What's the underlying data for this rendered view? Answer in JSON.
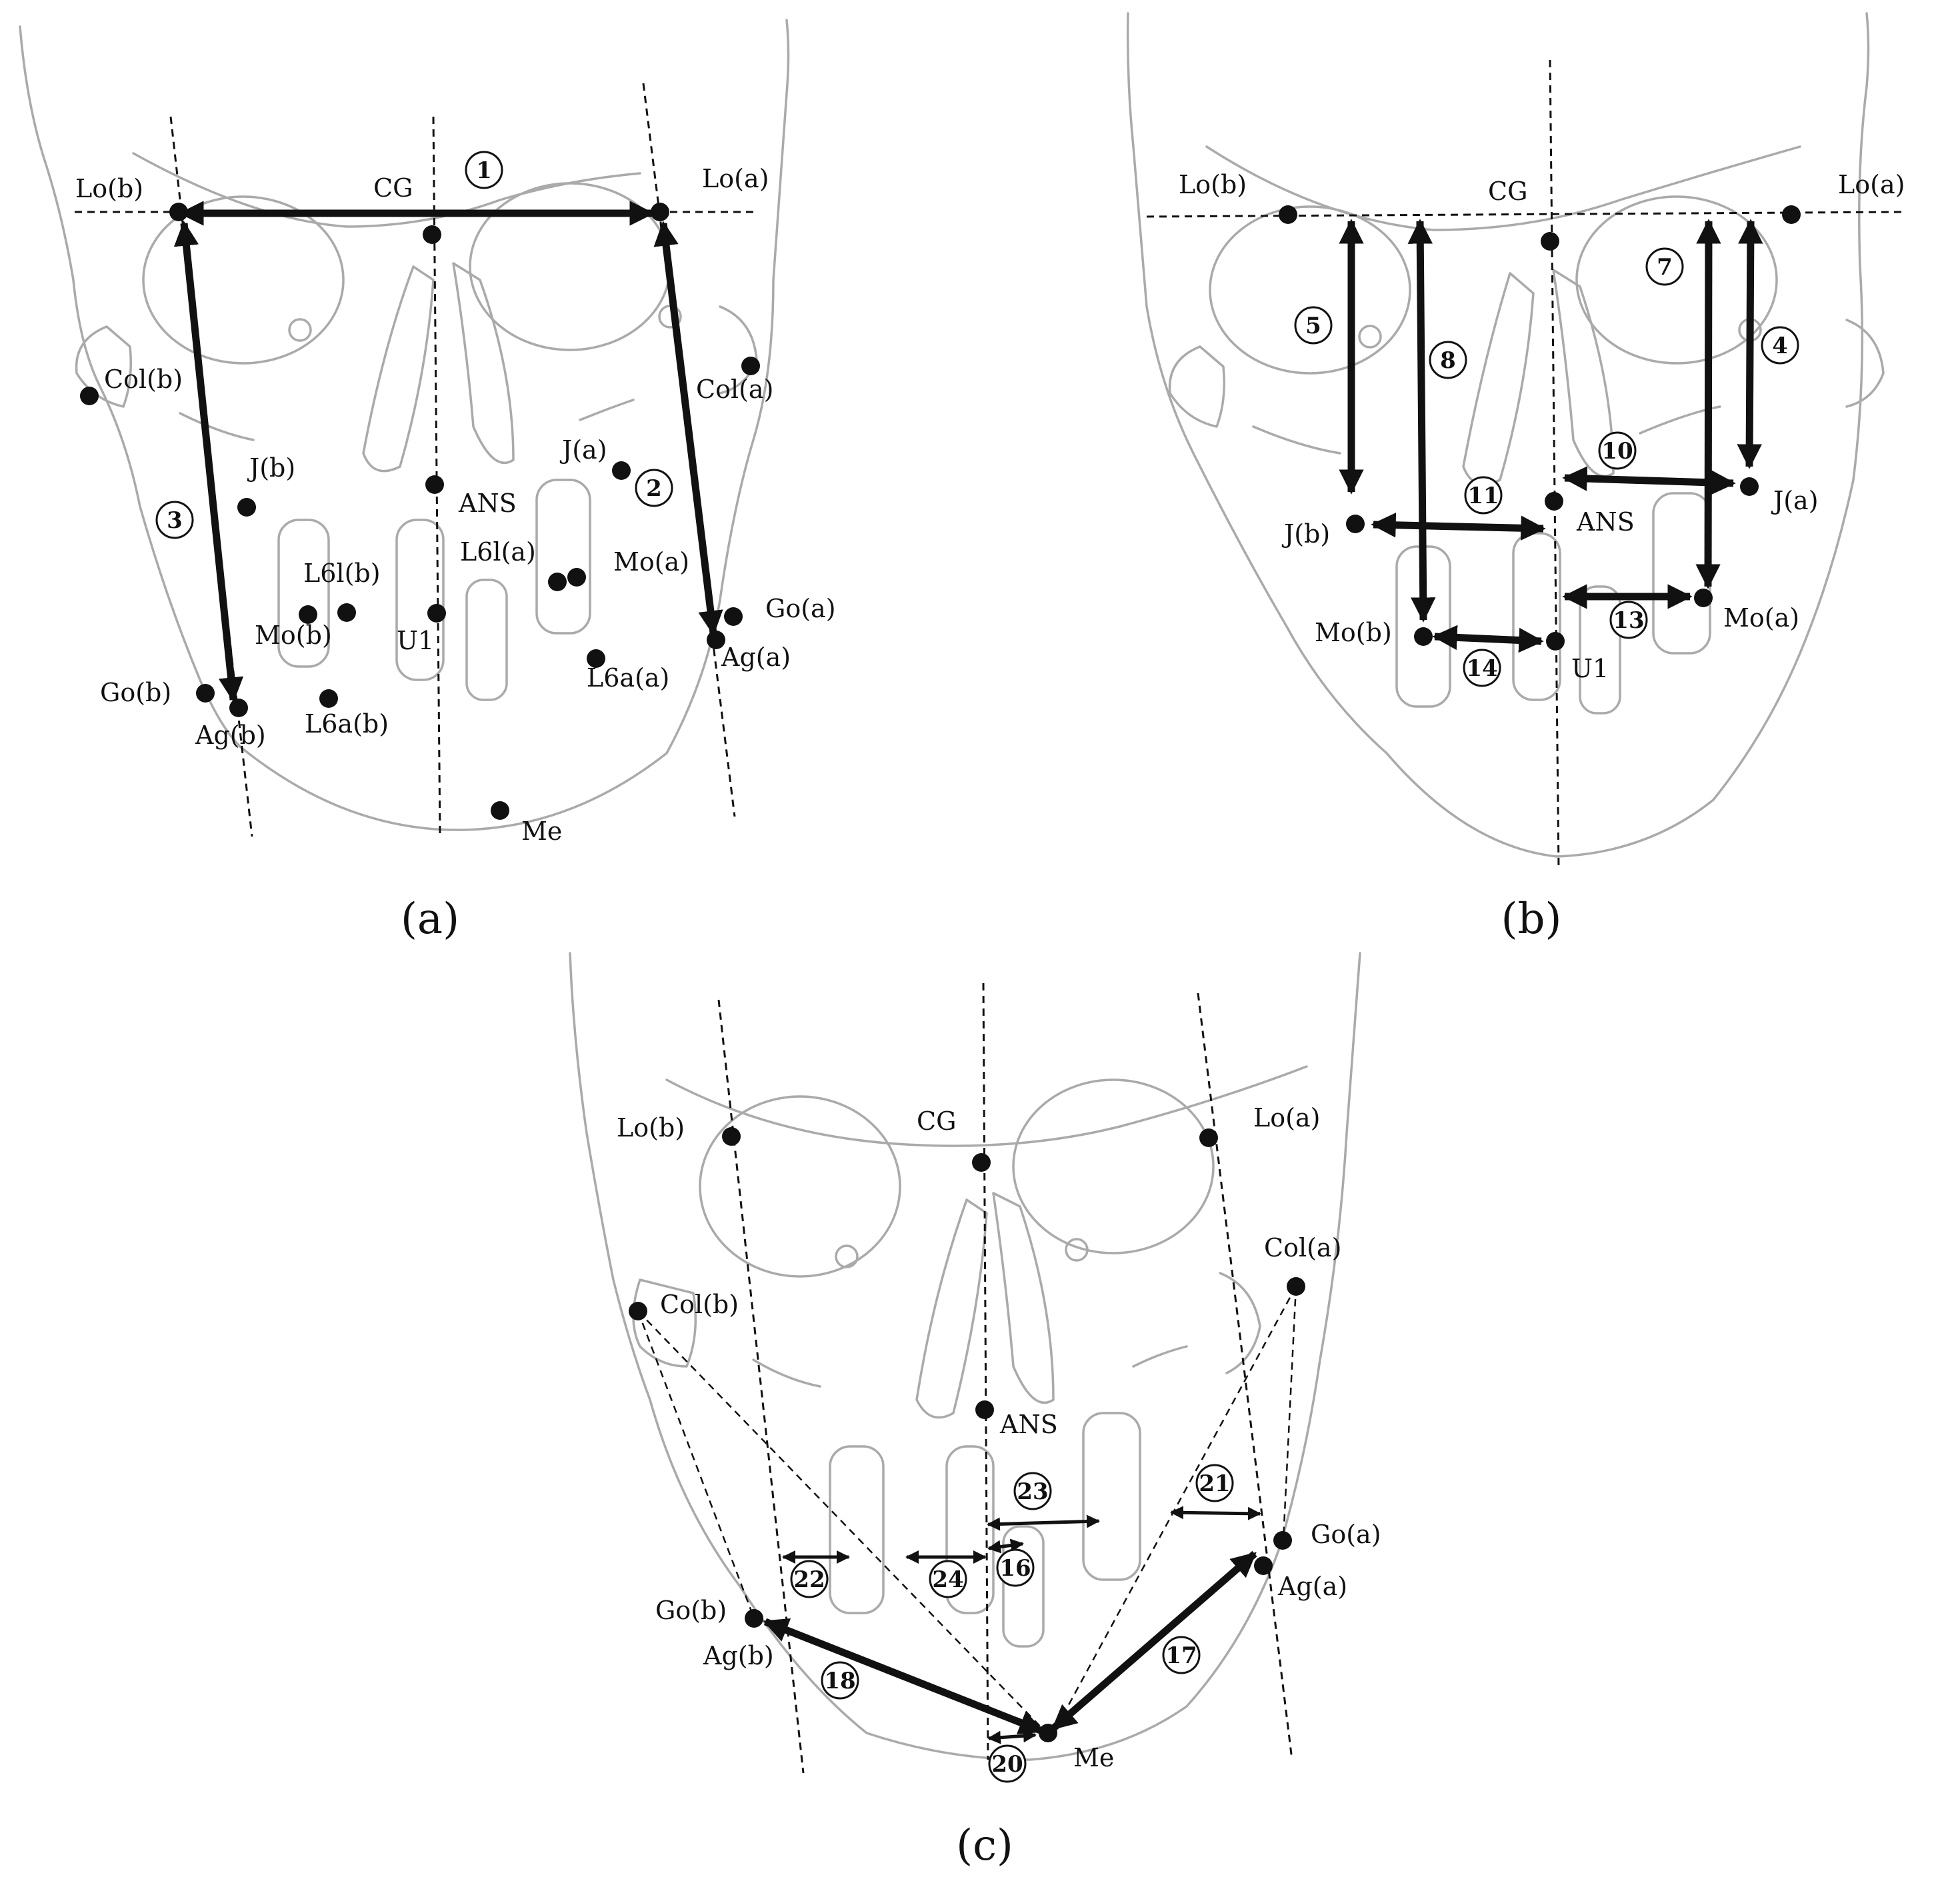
{
  "panels": [
    {
      "caption": "(a)",
      "landmarks": [
        "Lo(b)",
        "CG",
        "Lo(a)",
        "Col(b)",
        "Col(a)",
        "J(b)",
        "J(a)",
        "ANS",
        "L6l(a)",
        "L6l(b)",
        "Mo(a)",
        "Mo(b)",
        "U1",
        "Go(a)",
        "Ag(a)",
        "Go(b)",
        "Ag(b)",
        "L6a(a)",
        "L6a(b)",
        "Me"
      ],
      "measurements": [
        "1",
        "2",
        "3"
      ]
    },
    {
      "caption": "(b)",
      "landmarks": [
        "Lo(b)",
        "CG",
        "Lo(a)",
        "J(b)",
        "ANS",
        "J(a)",
        "Mo(b)",
        "U1",
        "Mo(a)"
      ],
      "measurements": [
        "4",
        "5",
        "7",
        "8",
        "10",
        "11",
        "13",
        "14"
      ]
    },
    {
      "caption": "(c)",
      "landmarks": [
        "Lo(b)",
        "CG",
        "Lo(a)",
        "Col(a)",
        "Col(b)",
        "ANS",
        "Go(a)",
        "Ag(a)",
        "Go(b)",
        "Ag(b)",
        "Me"
      ],
      "measurements": [
        "16",
        "17",
        "18",
        "20",
        "21",
        "22",
        "23",
        "24"
      ]
    }
  ]
}
